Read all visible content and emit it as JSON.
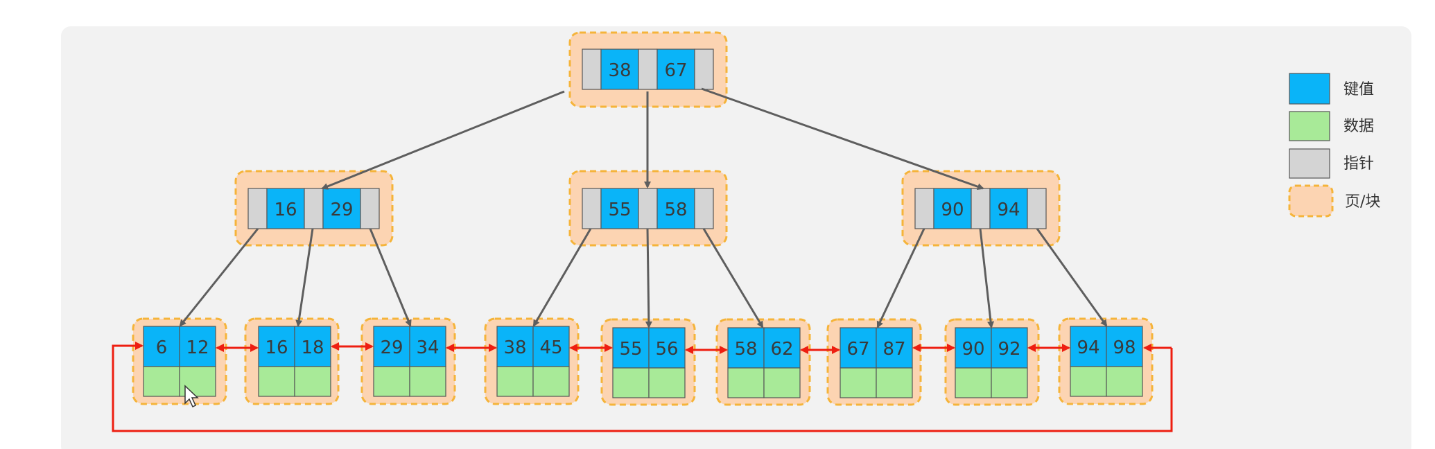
{
  "colors": {
    "key": "#0ab4f8",
    "data": "#a8ea98",
    "pointer": "#d4d4d4",
    "page_fill": "#fcd4b2",
    "page_border": "#f5b43a",
    "arrow": "#5e5e5e",
    "link": "#ee1e10",
    "panel": "#f2f2f2"
  },
  "legend": [
    {
      "kind": "key",
      "label": "键值"
    },
    {
      "kind": "data",
      "label": "数据"
    },
    {
      "kind": "pointer",
      "label": "指针"
    },
    {
      "kind": "page",
      "label": "页/块"
    }
  ],
  "tree": {
    "root": {
      "keys": [
        "38",
        "67"
      ]
    },
    "internal": [
      {
        "keys": [
          "16",
          "29"
        ]
      },
      {
        "keys": [
          "55",
          "58"
        ]
      },
      {
        "keys": [
          "90",
          "94"
        ]
      }
    ],
    "leaves": [
      {
        "keys": [
          "6",
          "12"
        ]
      },
      {
        "keys": [
          "16",
          "18"
        ]
      },
      {
        "keys": [
          "29",
          "34"
        ]
      },
      {
        "keys": [
          "38",
          "45"
        ]
      },
      {
        "keys": [
          "55",
          "56"
        ]
      },
      {
        "keys": [
          "58",
          "62"
        ]
      },
      {
        "keys": [
          "67",
          "87"
        ]
      },
      {
        "keys": [
          "90",
          "92"
        ]
      },
      {
        "keys": [
          "94",
          "98"
        ]
      }
    ]
  }
}
